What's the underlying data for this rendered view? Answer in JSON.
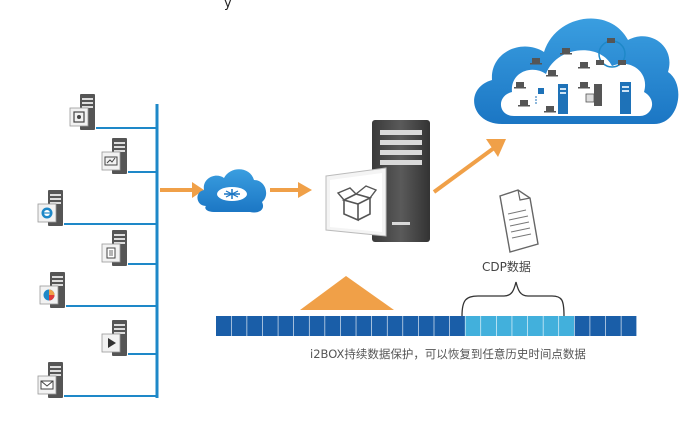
{
  "title_fragment": "y",
  "cdp_label": "CDP数据",
  "caption": "i2BOX持续数据保护，可以恢复到任意历史时间点数据",
  "colors": {
    "blue": "#1e88c8",
    "dark_blue": "#1a5ea8",
    "light_blue": "#42b0dc",
    "orange": "#f0a048",
    "gray": "#4a4a4a"
  },
  "clients": [
    {
      "icon": "safe-icon"
    },
    {
      "icon": "chart-window-icon"
    },
    {
      "icon": "ie-browser-icon"
    },
    {
      "icon": "document-icon"
    },
    {
      "icon": "pie-chart-icon"
    },
    {
      "icon": "play-icon"
    },
    {
      "icon": "mail-icon"
    }
  ],
  "data_strip": {
    "segments": 27,
    "highlight_range": [
      16,
      22
    ]
  }
}
